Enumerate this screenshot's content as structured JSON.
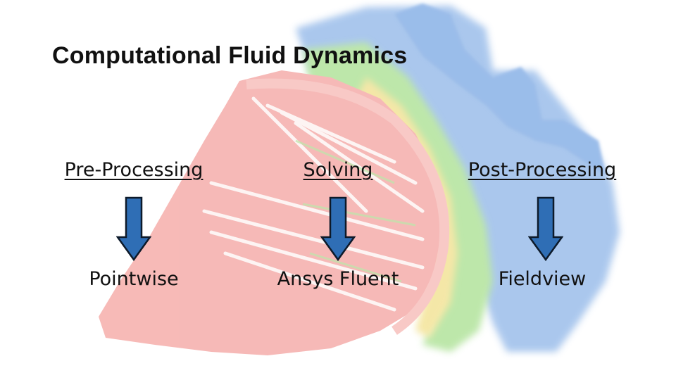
{
  "slide": {
    "title": "Computational Fluid Dynamics"
  },
  "workflow": [
    {
      "stage": "Pre-Processing",
      "tool": "Pointwise"
    },
    {
      "stage": "Solving",
      "tool": "Ansys Fluent"
    },
    {
      "stage": "Post-Processing",
      "tool": "Fieldview"
    }
  ],
  "colors": {
    "arrow_fill": "#2f6eb5",
    "arrow_stroke": "#0d1a2a",
    "mesh_red": "#f4a3a0",
    "mesh_blue": "#8fb6e8",
    "mesh_green": "#a8e08f",
    "mesh_yellow": "#f2e08a"
  }
}
